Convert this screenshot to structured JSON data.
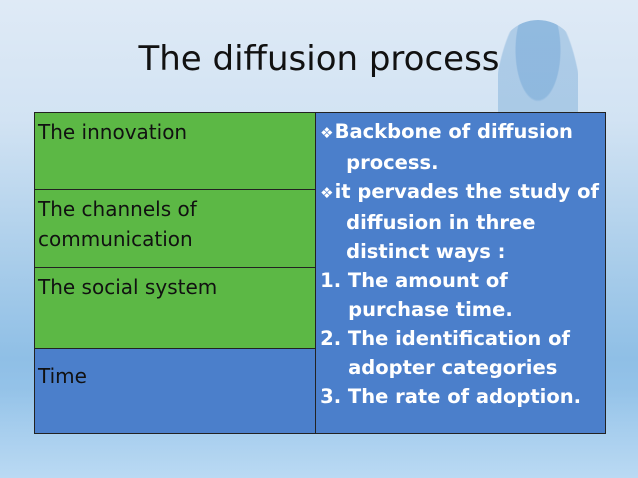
{
  "slide": {
    "title": "The diffusion process"
  },
  "elements": [
    {
      "label": "The innovation"
    },
    {
      "label": "The channels of\ncommunication"
    },
    {
      "label": "The social system"
    },
    {
      "label": "Time"
    }
  ],
  "time_detail": {
    "bullets": [
      {
        "marker": "❖",
        "lines": [
          "Backbone of diffusion",
          "process."
        ]
      },
      {
        "marker": "❖",
        "lines": [
          "it pervades the study of",
          "diffusion in three",
          "distinct ways :"
        ]
      }
    ],
    "numbered": [
      {
        "marker": "1.",
        "lines": [
          "The amount of",
          "purchase time."
        ]
      },
      {
        "marker": "2.",
        "lines": [
          "The identification of",
          "adopter categories"
        ]
      },
      {
        "marker": "3.",
        "lines": [
          "The rate of adoption."
        ]
      }
    ]
  },
  "colors": {
    "green_cell": "#5cb845",
    "blue_cell": "#4b7fcb"
  }
}
